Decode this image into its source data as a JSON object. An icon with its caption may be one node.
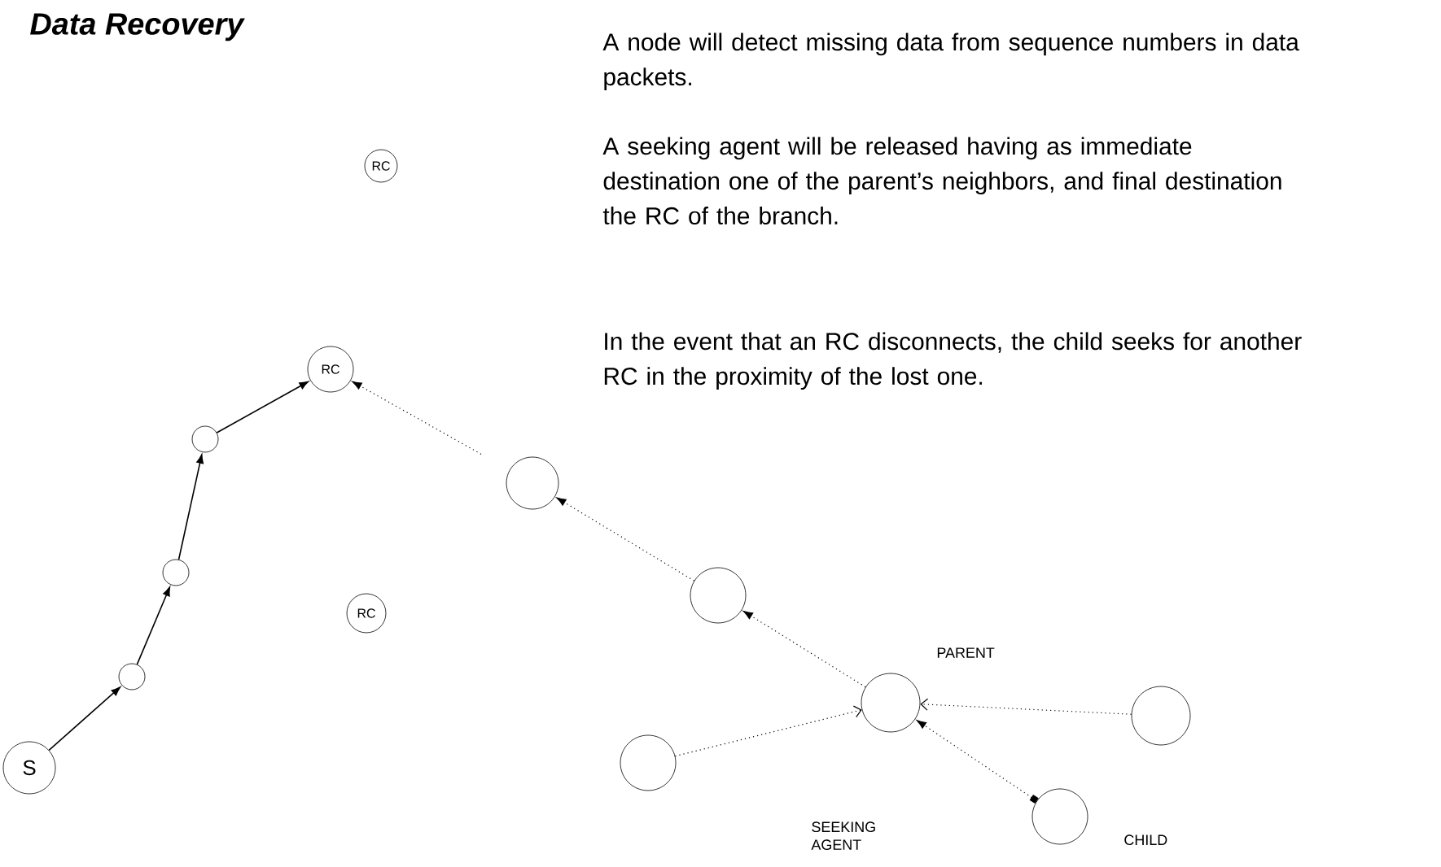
{
  "diagram": {
    "title": "Data Recovery",
    "nodes": [
      {
        "text": [
          "RC"
        ]
      },
      {
        "text": [
          "RC"
        ]
      },
      {
        "text": [
          "RC"
        ]
      },
      {
        "text": [
          "S"
        ]
      },
      {
        "text": [],
        "shape": "circle"
      },
      {
        "text": [],
        "shape": "circle"
      },
      {
        "text": [],
        "shape": "circle"
      },
      {
        "text": [],
        "shape": "circle"
      },
      {
        "text": [],
        "shape": "circle"
      },
      {
        "text": [],
        "shape": "circle",
        "beside": [
          "PARENT"
        ]
      },
      {
        "text": [],
        "shape": "circle"
      },
      {
        "text": [],
        "shape": "circle"
      },
      {
        "text": [],
        "shape": "circle",
        "beside": [
          "CHILD"
        ]
      }
    ],
    "edges": [
      {
        "from": 3,
        "to": 4,
        "arrow": "to"
      },
      {
        "from": 4,
        "to": 5,
        "arrow": "to"
      },
      {
        "from": 5,
        "to": 6,
        "arrow": "to"
      },
      {
        "from": 6,
        "to": 1,
        "arrow": "to"
      },
      {
        "from": 7,
        "to": 1,
        "arrow": "to",
        "style": "dashed"
      },
      {
        "from": 8,
        "to": 7,
        "arrow": "to",
        "style": "dashed"
      },
      {
        "from": 9,
        "to": 8,
        "arrow": "to",
        "style": "dashed"
      },
      {
        "from": 10,
        "to": 9,
        "arrow": "to",
        "style": "dashed"
      },
      {
        "from": 11,
        "to": 9,
        "arrow": "to",
        "style": "dashed"
      },
      {
        "from": 12,
        "to": 9,
        "arrow": "to",
        "style": "dashed"
      }
    ],
    "labels": [
      "A node will detect missing data from sequence numbers in data packets.",
      "A seeking agent will be released having as immediate destination one of the parent’s neighbors, and final destination the RC of the branch.",
      "In the event that an RC disconnects, the child seeks for another RC in the proximity of the lost one.",
      "SEEKING AGENT"
    ]
  }
}
